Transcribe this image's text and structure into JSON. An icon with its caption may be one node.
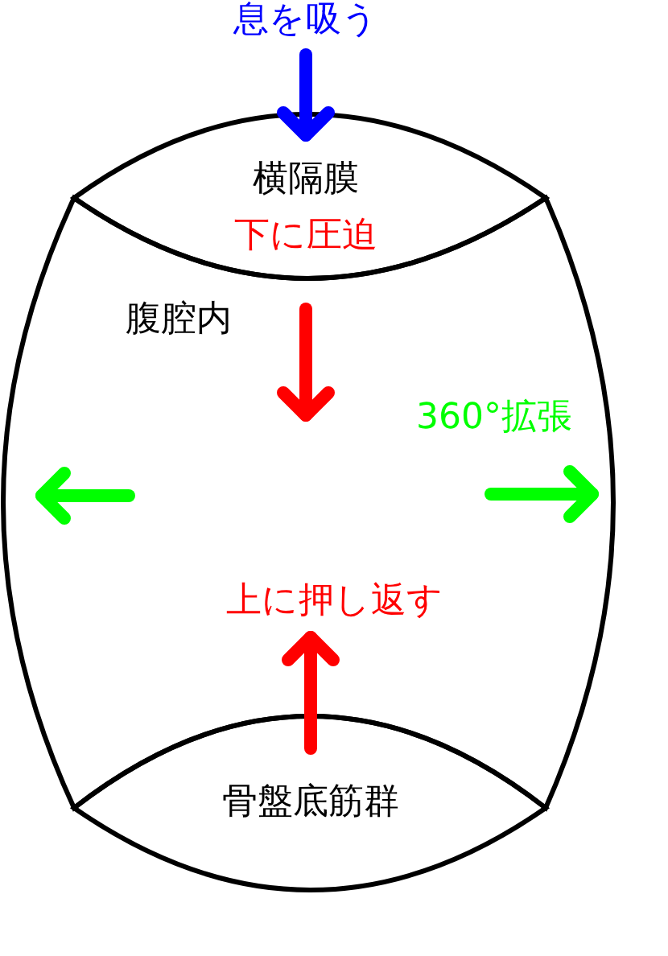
{
  "diagram": {
    "nodes": [
      {
        "text": [
          "息を吸う"
        ]
      },
      {
        "text": [
          "横隔膜",
          "下に圧迫"
        ]
      },
      {
        "text": [
          "腹腔内"
        ]
      },
      {
        "text": [
          "骨盤底筋群"
        ]
      },
      {
        "text": [
          "上に押し返す"
        ],
        "in": 2
      }
    ],
    "edges": [
      {
        "from": 0,
        "to": 1,
        "arrow": "to",
        "color": "#0000ff"
      },
      {
        "from": 1,
        "to": 2,
        "arrow": "to",
        "color": "#ff0000"
      },
      {
        "from": 3,
        "to": 4,
        "arrow": "to",
        "color": "#ff0000"
      }
    ],
    "labels": [
      "360°拡張"
    ]
  }
}
